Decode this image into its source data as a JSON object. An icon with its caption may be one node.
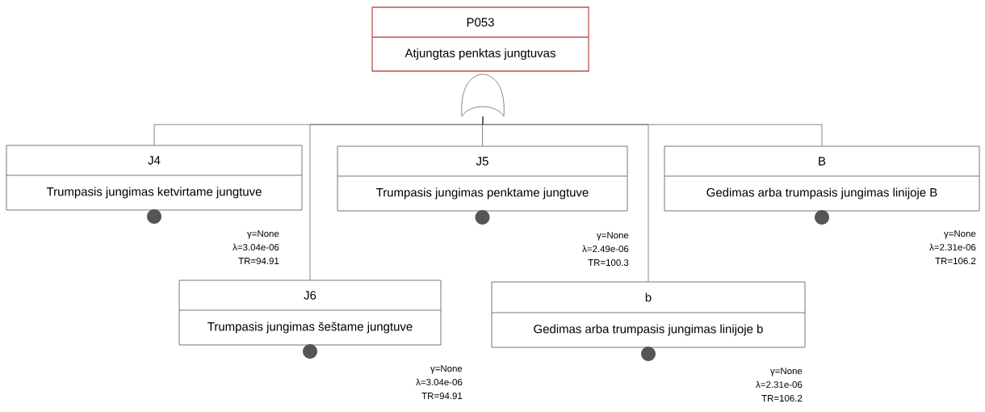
{
  "diagram": {
    "nodes": [
      {
        "text": [
          "P053",
          "Atjungtas penktas jungtuvas"
        ]
      },
      {
        "text": [],
        "shape": "gate"
      },
      {
        "text": [
          "J4",
          "Trumpasis jungimas ketvirtame jungtuve"
        ],
        "beside": [
          "γ=None",
          "λ=3.04e-06",
          "TR=94.91"
        ]
      },
      {
        "text": [
          "J5",
          "Trumpasis jungimas penktame jungtuve"
        ],
        "beside": [
          "γ=None",
          "λ=2.49e-06",
          "TR=100.3"
        ]
      },
      {
        "text": [
          "B",
          "Gedimas arba trumpasis jungimas linijoje B"
        ],
        "beside": [
          "γ=None",
          "λ=2.31e-06",
          "TR=106.2"
        ]
      },
      {
        "text": [
          "J6",
          "Trumpasis jungimas šeštame jungtuve"
        ],
        "beside": [
          "γ=None",
          "λ=3.04e-06",
          "TR=94.91"
        ]
      },
      {
        "text": [
          "b",
          "Gedimas arba trumpasis jungimas linijoje b"
        ],
        "beside": [
          "γ=None",
          "λ=2.31e-06",
          "TR=106.2"
        ]
      }
    ],
    "edges": [
      {
        "from": 1,
        "to": 2,
        "arrow": "none"
      },
      {
        "from": 1,
        "to": 5,
        "arrow": "none"
      },
      {
        "from": 1,
        "to": 3,
        "arrow": "none"
      },
      {
        "from": 1,
        "to": 6,
        "arrow": "none"
      },
      {
        "from": 1,
        "to": 4,
        "arrow": "none"
      }
    ]
  }
}
